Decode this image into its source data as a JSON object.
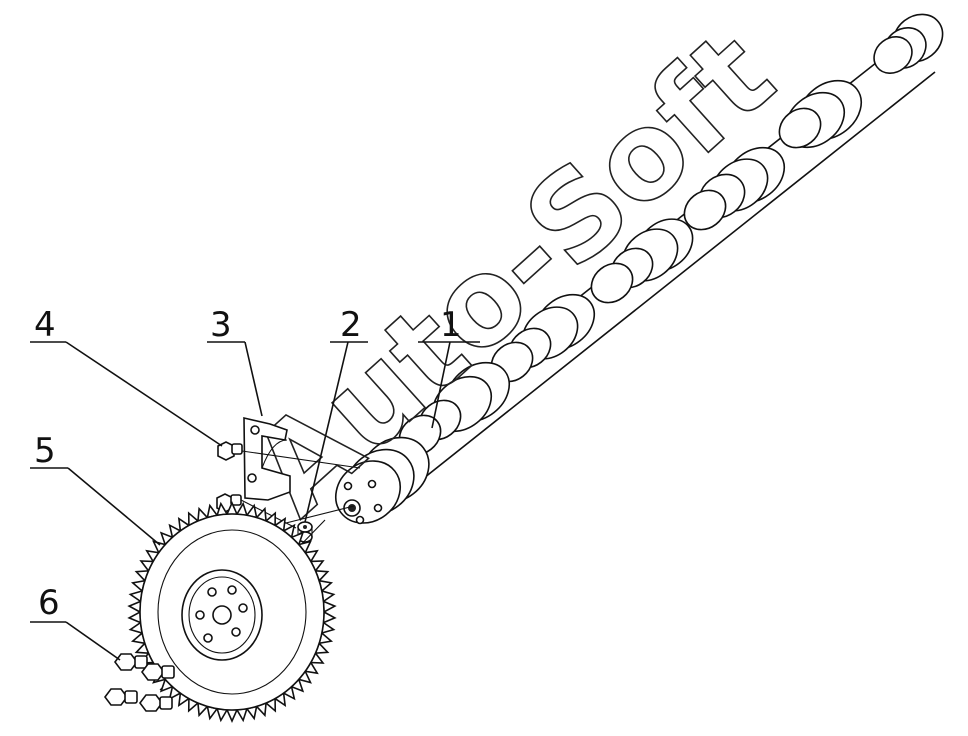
{
  "diagram": {
    "callouts": [
      {
        "id": "1",
        "label": "1"
      },
      {
        "id": "2",
        "label": "2"
      },
      {
        "id": "3",
        "label": "3"
      },
      {
        "id": "4",
        "label": "4"
      },
      {
        "id": "5",
        "label": "5"
      },
      {
        "id": "6",
        "label": "6"
      }
    ],
    "watermark": "Auto-Soft",
    "parts": {
      "camshaft": "camshaft-icon",
      "pin": "dowel-pin-icon",
      "thrust_plate": "thrust-plate-icon",
      "plate_bolts": "bolt-icon",
      "gear": "camshaft-gear-icon",
      "gear_bolts": "bolt-icon"
    }
  }
}
